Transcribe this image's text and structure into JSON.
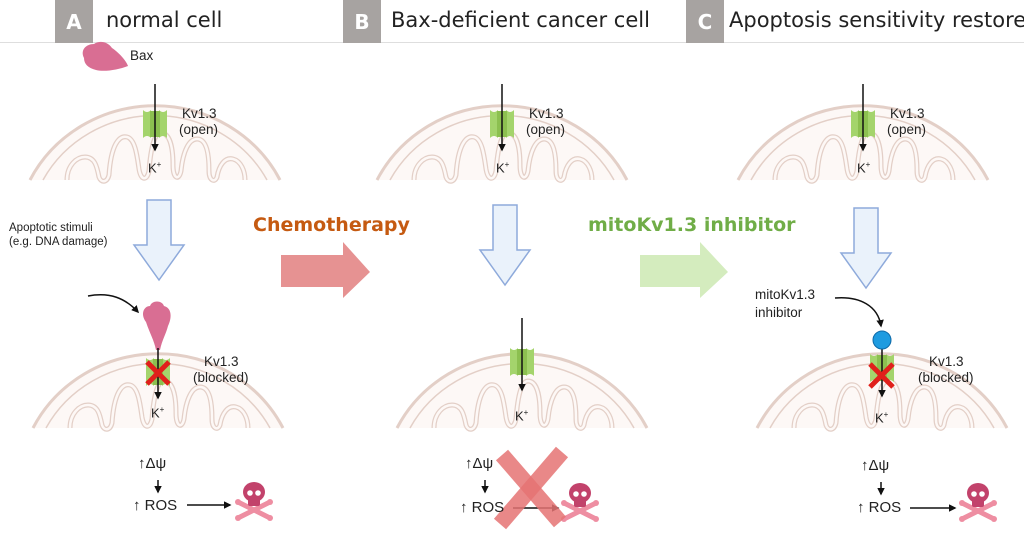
{
  "panels": [
    {
      "badge": "A",
      "title": "normal cell",
      "channel_top": {
        "name": "Kv1.3",
        "state": "(open)",
        "ion": "K",
        "ion_charge": "+"
      },
      "channel_bottom": {
        "name": "Kv1.3",
        "state": "(blocked)",
        "ion": "K",
        "ion_charge": "+"
      },
      "protein_label": "Bax",
      "stimulus_label_line1": "Apoptotic stimuli",
      "stimulus_label_line2": "(e.g. DNA damage)",
      "cascade": {
        "line1": "↑Δψ",
        "arrow": "↓",
        "line2": "↑ ROS"
      },
      "outcome": "death",
      "outcome_blocked": false
    },
    {
      "badge": "B",
      "title": "Bax-deficient cancer cell",
      "channel_top": {
        "name": "Kv1.3",
        "state": "(open)",
        "ion": "K",
        "ion_charge": "+"
      },
      "channel_bottom": {
        "ion": "K",
        "ion_charge": "+"
      },
      "cascade": {
        "line1": "↑Δψ",
        "arrow": "↓",
        "line2": "↑ ROS"
      },
      "outcome": "death",
      "outcome_blocked": true
    },
    {
      "badge": "C",
      "title": "Apoptosis sensitivity restored",
      "channel_top": {
        "name": "Kv1.3",
        "state": "(open)",
        "ion": "K",
        "ion_charge": "+"
      },
      "channel_bottom": {
        "name": "Kv1.3",
        "state": "(blocked)",
        "ion": "K",
        "ion_charge": "+"
      },
      "inhibitor_label_line1": "mitoKv1.3",
      "inhibitor_label_line2": "inhibitor",
      "cascade": {
        "line1": "↑Δψ",
        "arrow": "↓",
        "line2": "↑ ROS"
      },
      "outcome": "death",
      "outcome_blocked": false
    }
  ],
  "treatments": [
    {
      "label": "Chemotherapy",
      "color": "#c55a11",
      "arrow_color": "#e69292"
    },
    {
      "label": "mitoKv1.3 inhibitor",
      "color": "#70ad47",
      "arrow_color": "#d4ecbe"
    }
  ],
  "colors": {
    "badge": "#a7a3a1",
    "membrane": "#e3cfc7",
    "mito_fill": "#fdf8f6",
    "channel": "#a4d46c",
    "bax": "#d96e93",
    "block_x": "#e0201b",
    "skull": "#c2426b",
    "bones": "#ee8ea2",
    "inhibitor": "#1e9be0",
    "down_arrow_fill": "#eaf2fb",
    "down_arrow_stroke": "#8eaadb"
  }
}
